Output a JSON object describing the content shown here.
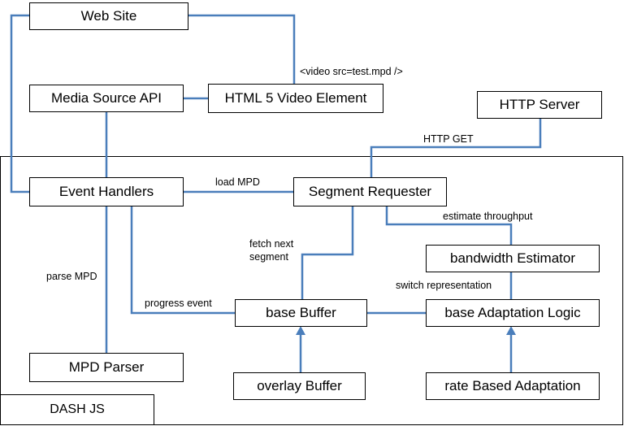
{
  "container_label": "DASH JS",
  "boxes": {
    "web_site": "Web Site",
    "media_source_api": "Media Source API",
    "html5_video": "HTML 5 Video Element",
    "http_server": "HTTP Server",
    "event_handlers": "Event Handlers",
    "segment_requester": "Segment Requester",
    "bandwidth_estimator": "bandwidth Estimator",
    "base_buffer": "base Buffer",
    "base_adaptation": "base Adaptation Logic",
    "mpd_parser": "MPD Parser",
    "overlay_buffer": "overlay Buffer",
    "rate_based": "rate Based Adaptation"
  },
  "edge_labels": {
    "video_src": "<video src=test.mpd />",
    "http_get": "HTTP GET",
    "load_mpd": "load MPD",
    "estimate_throughput": "estimate throughput",
    "fetch_next_1": "fetch next",
    "fetch_next_2": "segment",
    "parse_mpd": "parse MPD",
    "switch_representation": "switch representation",
    "progress_event": "progress event"
  },
  "colors": {
    "connector": "#4a7ebb",
    "border": "#000000"
  }
}
